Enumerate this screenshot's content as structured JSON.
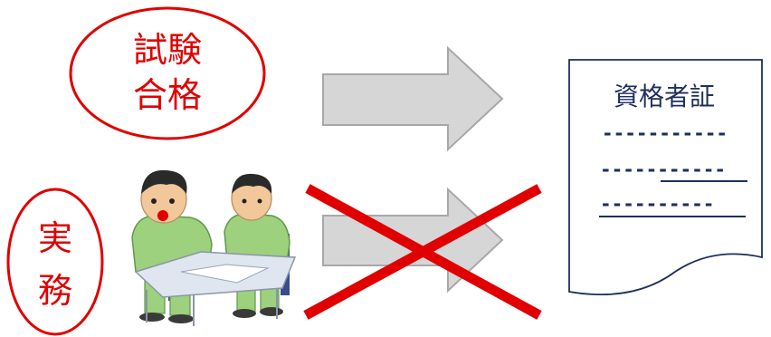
{
  "exam_oval": {
    "line1": "試験",
    "line2": "合格"
  },
  "practice_oval": {
    "line1": "実",
    "line2": "務"
  },
  "certificate": {
    "title": "資格者証",
    "lines": [
      "-----------",
      "-----------",
      "----------"
    ]
  },
  "colors": {
    "accent_red": "#e00000",
    "arrow_fill": "#d6d6d6",
    "arrow_stroke": "#a8a8a8",
    "doc_navy": "#1f2f5c",
    "skin": "#f2c79a",
    "uniform": "#9dd17d",
    "uniform_dark": "#5e9a48",
    "hair": "#2a2a2a",
    "table": "#dfe6f0"
  },
  "icons": {
    "workers": "two-workers-at-table-icon",
    "cross": "red-x-icon"
  }
}
